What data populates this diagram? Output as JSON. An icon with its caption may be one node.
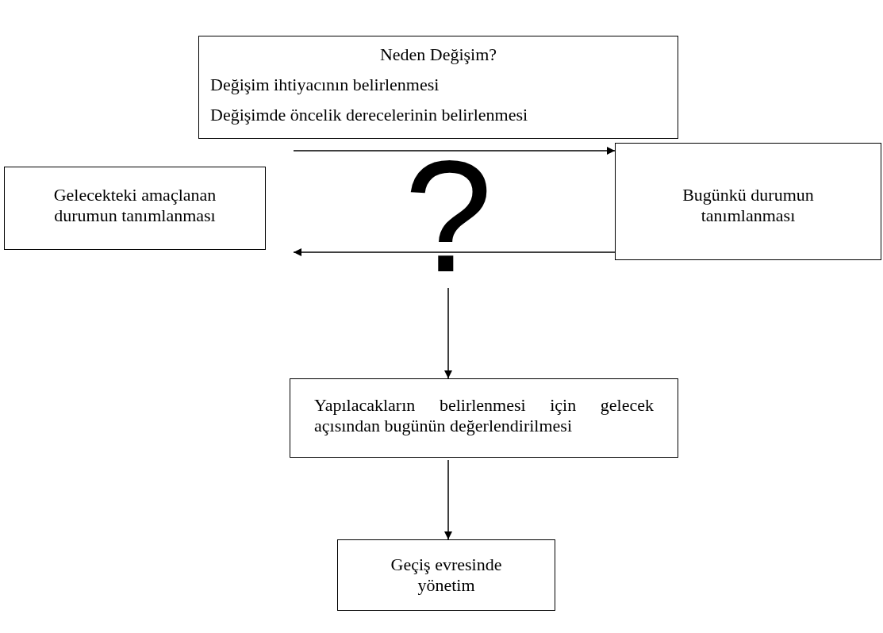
{
  "diagram": {
    "nodes": [
      {
        "text": [
          "Neden Değişim?",
          "Değişim ihtiyacının belirlenmesi",
          "Değişimde öncelik derecelerinin belirlenmesi"
        ]
      },
      {
        "text": [
          "Gelecekteki amaçlanan durumun tanımlanması"
        ]
      },
      {
        "text": [
          "Bugünkü durumun tanımlanması"
        ]
      },
      {
        "text": [
          "?"
        ]
      },
      {
        "text": [
          "Yapılacakların belirlenmesi için gelecek açısından bugünün değerlendirilmesi"
        ]
      },
      {
        "text": [
          "Geçiş evresinde yönetim"
        ]
      }
    ],
    "edges": [
      {
        "from": null,
        "to": 2,
        "arrow": "to"
      },
      {
        "from": 2,
        "to": null,
        "arrow": "to"
      },
      {
        "from": 3,
        "to": 4,
        "arrow": "to"
      },
      {
        "from": 4,
        "to": 5,
        "arrow": "to"
      }
    ]
  }
}
